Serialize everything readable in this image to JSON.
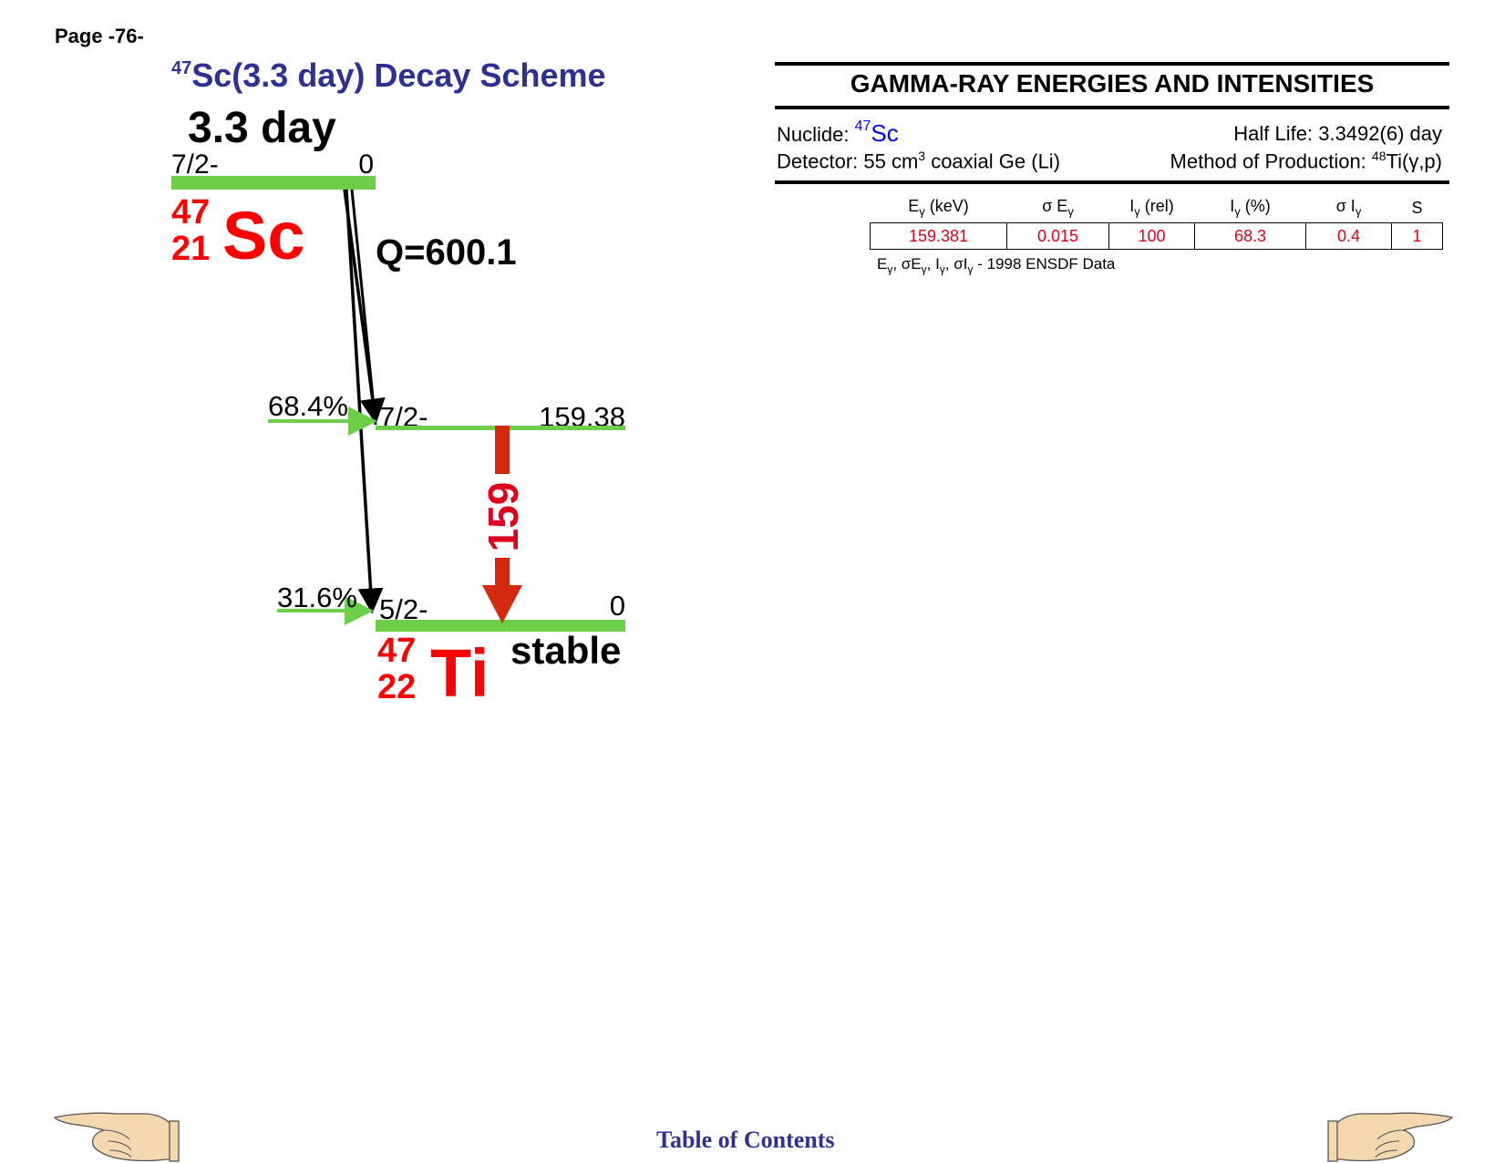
{
  "page": {
    "label": "Page -76-"
  },
  "scheme": {
    "title_mass": "47",
    "title_text": "Sc(3.3 day) Decay Scheme",
    "half_life": "3.3 day",
    "parent": {
      "spin": "7/2-",
      "energy": "0",
      "A": "47",
      "Z": "21",
      "symbol": "Sc"
    },
    "q_value": "Q=600.1",
    "levels": [
      {
        "branch": "68.4%",
        "spin": "7/2-",
        "energy": "159.38"
      },
      {
        "branch": "31.6%",
        "spin": "5/2-",
        "energy": "0"
      }
    ],
    "daughter": {
      "A": "47",
      "Z": "22",
      "symbol": "Ti",
      "status": "stable"
    },
    "gamma_label": "159",
    "colors": {
      "level": "#6dce4a",
      "element": "#ff0000",
      "gamma": "#d4290f",
      "title": "#2e3192"
    }
  },
  "panel": {
    "title": "GAMMA-RAY ENERGIES AND INTENSITIES",
    "nuclide_label": "Nuclide:",
    "nuclide_mass": "47",
    "nuclide_symbol": "Sc",
    "half_life_label": "Half Life: 3.3492(6) day",
    "detector_prefix": "Detector: 55 cm",
    "detector_exp": "3",
    "detector_suffix": " coaxial Ge (Li)",
    "production_prefix": "Method of Production: ",
    "production_mass": "48",
    "production_suffix": "Ti(γ,p)"
  },
  "table": {
    "headers": [
      {
        "main": "E",
        "sub": "γ",
        "tail": " (keV)"
      },
      {
        "main": "σ E",
        "sub": "γ",
        "tail": ""
      },
      {
        "main": "I",
        "sub": "γ",
        "tail": " (rel)"
      },
      {
        "main": "I",
        "sub": "γ",
        "tail": " (%)"
      },
      {
        "main": "σ I",
        "sub": "γ",
        "tail": ""
      },
      {
        "main": "S",
        "sub": "",
        "tail": ""
      }
    ],
    "rows": [
      [
        "159.381",
        "0.015",
        "100",
        "68.3",
        "0.4",
        "1"
      ]
    ],
    "source_text": "1998 ENSDF Data"
  },
  "footer": {
    "toc_label": "Table of Contents",
    "prev_icon": "pointing-hand-left-icon",
    "next_icon": "pointing-hand-right-icon"
  }
}
